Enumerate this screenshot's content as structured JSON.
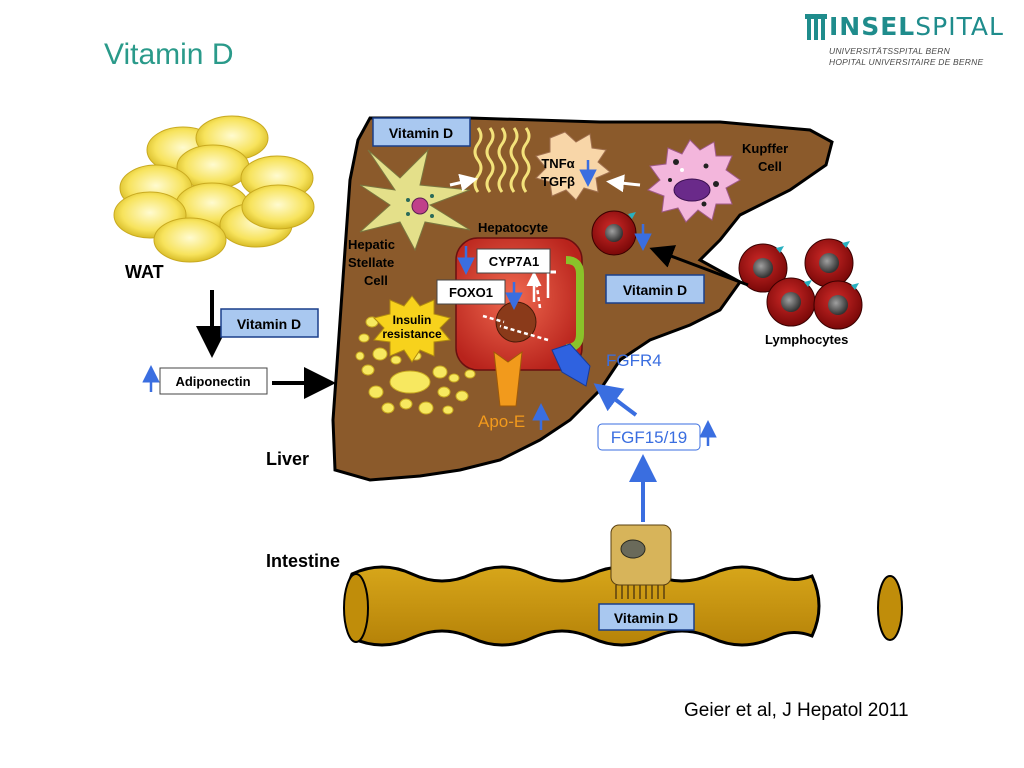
{
  "slide": {
    "title": "Vitamin D",
    "citation": "Geier et al, J Hepatol 2011"
  },
  "logo": {
    "name_bold": "INSEL",
    "name_light": "SPITAL",
    "line1": "UNIVERSITÄTSSPITAL BERN",
    "line2": "HOPITAL UNIVERSITAIRE DE BERNE"
  },
  "labels": {
    "wat": "WAT",
    "liver": "Liver",
    "intestine": "Intestine",
    "hepatocyte": "Hepatocyte",
    "stellate1": "Hepatic",
    "stellate2": "Stellate",
    "stellate3": "Cell",
    "kupffer1": "Kupffer",
    "kupffer2": "Cell",
    "lymphocytes": "Lymphocytes",
    "tnf": "TNFα",
    "tgf": "TGFβ",
    "cyp7a1": "CYP7A1",
    "foxo1": "FOXO1",
    "insulin1": "Insulin",
    "insulin2": "resistance",
    "fgfr4": "FGFR4",
    "fgf": "FGF15/19",
    "apoe": "Apo-E",
    "adiponectin": "Adiponectin",
    "vitd": "Vitamin D"
  },
  "colors": {
    "title": "#2a9a8a",
    "liver": "#8b5a2b",
    "fat": "#f5e15a",
    "vitd_box": "#a9c8f0",
    "arrow_blue": "#3a6ee0",
    "apoe": "#f29a1c",
    "intestine": "#c8960a"
  }
}
